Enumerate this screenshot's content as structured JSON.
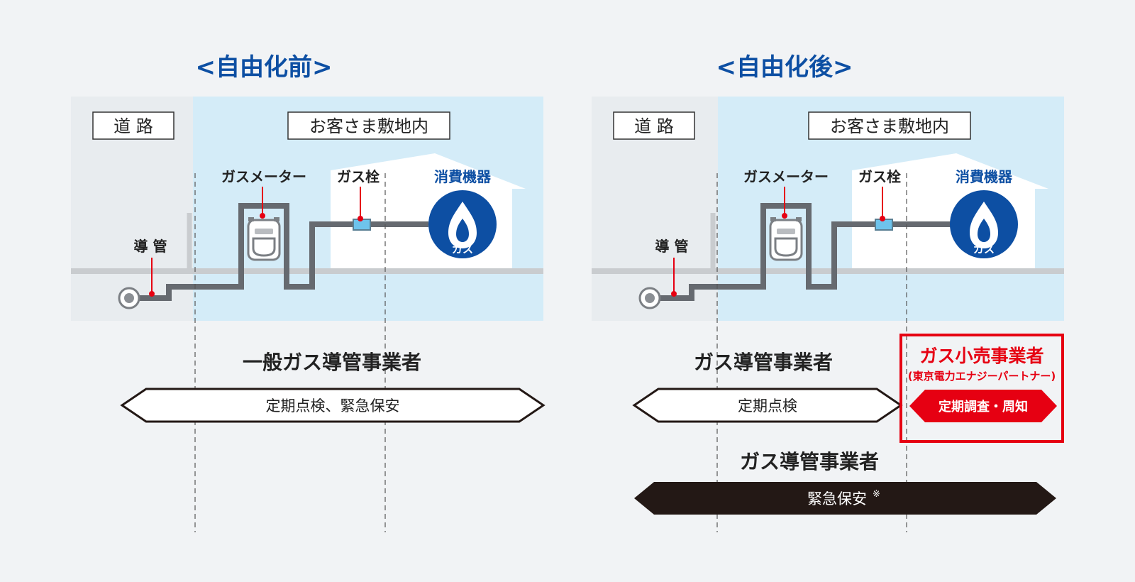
{
  "before": {
    "title": "<自由化前>",
    "road_label": "道 路",
    "premises_label": "お客さま敷地内",
    "pipe_label": "導 管",
    "meter_label": "ガスメーター",
    "valve_label": "ガス栓",
    "appliance_label": "消費機器",
    "gas_icon_text": "ガス",
    "operator": "一般ガス導管事業者",
    "service": "定期点検、緊急保安"
  },
  "after": {
    "title": "<自由化後>",
    "road_label": "道 路",
    "premises_label": "お客さま敷地内",
    "pipe_label": "導 管",
    "meter_label": "ガスメーター",
    "valve_label": "ガス栓",
    "appliance_label": "消費機器",
    "gas_icon_text": "ガス",
    "pipeline_operator": "ガス導管事業者",
    "pipeline_service": "定期点検",
    "retail_operator": "ガス小売事業者",
    "retail_operator_sub": "(東京電力エナジーパートナー)",
    "retail_service": "定期調査・周知",
    "emergency_operator": "ガス導管事業者",
    "emergency_service": "緊急保安",
    "emergency_note_mark": "※"
  },
  "colors": {
    "title_blue": "#0d4fa3",
    "premises_bg": "#d4ecf8",
    "pipe": "#666a70",
    "red": "#e60012",
    "dark_arrow": "#231815"
  }
}
